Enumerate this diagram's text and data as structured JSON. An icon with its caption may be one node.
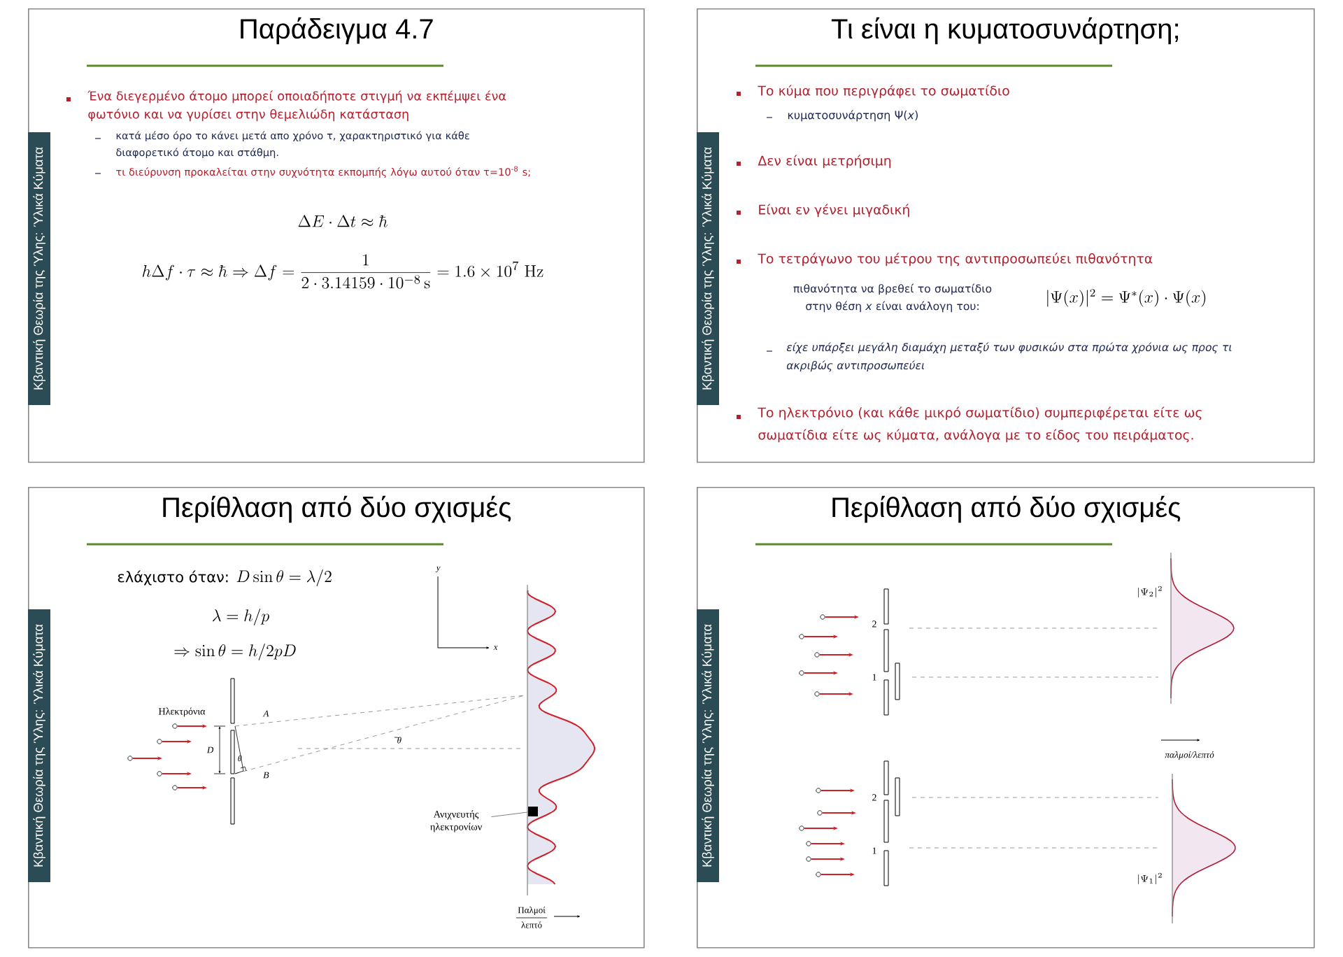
{
  "diagram": {
    "nodes": [
      {
        "text": [
          "Παράδειγμα 4.7"
        ]
      },
      {
        "text": [
          "Κβαντική Θεωρία της Ύλης: Ύλικά Κύματα"
        ],
        "in": 0
      },
      {
        "text": [
          "Τι είναι η κυματοσυνάρτηση;"
        ]
      },
      {
        "text": [
          "Κβαντική Θεωρία της Ύλης: Ύλικά Κύματα"
        ],
        "in": 2
      },
      {
        "text": [
          "Περίθλαση από δύο σχισμές"
        ]
      },
      {
        "text": [
          "Κβαντική Θεωρία της Ύλης: Ύλικά Κύματα"
        ],
        "in": 4
      },
      {
        "text": [
          "Ανιχνευτής ηλεκτρονίων"
        ],
        "in": 4
      },
      {
        "text": [],
        "shape": "box",
        "in": 4
      },
      {
        "text": [
          "Περίθλαση από δύο σχισμές"
        ]
      },
      {
        "text": [
          "Κβαντική Θεωρία της Ύλης: Ύλικά Κύματα"
        ],
        "in": 8
      }
    ],
    "edges": [
      {
        "from": 6,
        "to": 7,
        "arrow": "none"
      }
    ],
    "labels": [
      "Ένα διεγερμένο άτομο μπορεί οποιαδήποτε στιγμή να εκπέμψει ένα φωτόνιο και να γυρίσει στην θεμελιώδη κατάσταση",
      "κατά μέσο όρο το κάνει μετά απο χρόνο τ, χαρακτηριστικό για κάθε διαφορετικό άτομο και στάθμη.",
      "τι διεύρυνση προκαλείται στην συχνότητα εκπομπής λόγω αυτού όταν τ=10$^{-8}$ s;",
      "\\Delta E\\cdot\\Delta t\\approx\\hbar",
      "h\\Delta f\\cdot\\tau\\approx\\hbar\\Rightarrow\\Delta f=\\frac{1}{2\\cdot 3.14159\\cdot 10^{-8}\\,\\mathrm{s}}=1.6\\times 10^{7}\\ \\mathrm{Hz}",
      "Το κύμα που περιγράφει το σωματίδιο",
      "κυματοσυνάρτηση Ψ(*x*)",
      "Δεν είναι μετρήσιμη",
      "Είναι εν γένει μιγαδική",
      "Το τετράγωνο του μέτρου της αντιπροσωπεύει πιθανότητα",
      "πιθανότητα να βρεθεί το σωματίδιο στην θέση *x* είναι ανάλογη του:",
      "|\\Psi(x)|^{2}=\\Psi^{*}(x)\\cdot\\Psi(x)",
      "είχε υπάρξει μεγάλη διαμάχη μεταξύ των φυσικών στα πρώτα χρόνια ως προς τι ακριβώς αντιπροσωπεύει",
      "Το ηλεκτρόνιο (και κάθε μικρό σωματίδιο) συμπεριφέρεται είτε ως σωματίδια είτε ως κύματα, ανάλογα με το είδος του πειράματος.",
      "ελάχιστο όταν:",
      "D\\sin\\theta=\\lambda/2",
      "\\lambda=h/p",
      "\\Rightarrow\\sin\\theta=h/2pD",
      "y",
      "x",
      "Ηλεκτρόνια",
      "A",
      "D",
      "θ",
      "B",
      "θ",
      "Παλμοί",
      "λεπτό",
      "|\\Psi_{2}|^{2}",
      "2",
      "1",
      "παλμοί/λεπτό",
      "2",
      "1",
      "|\\Psi_{1}|^{2}"
    ]
  }
}
